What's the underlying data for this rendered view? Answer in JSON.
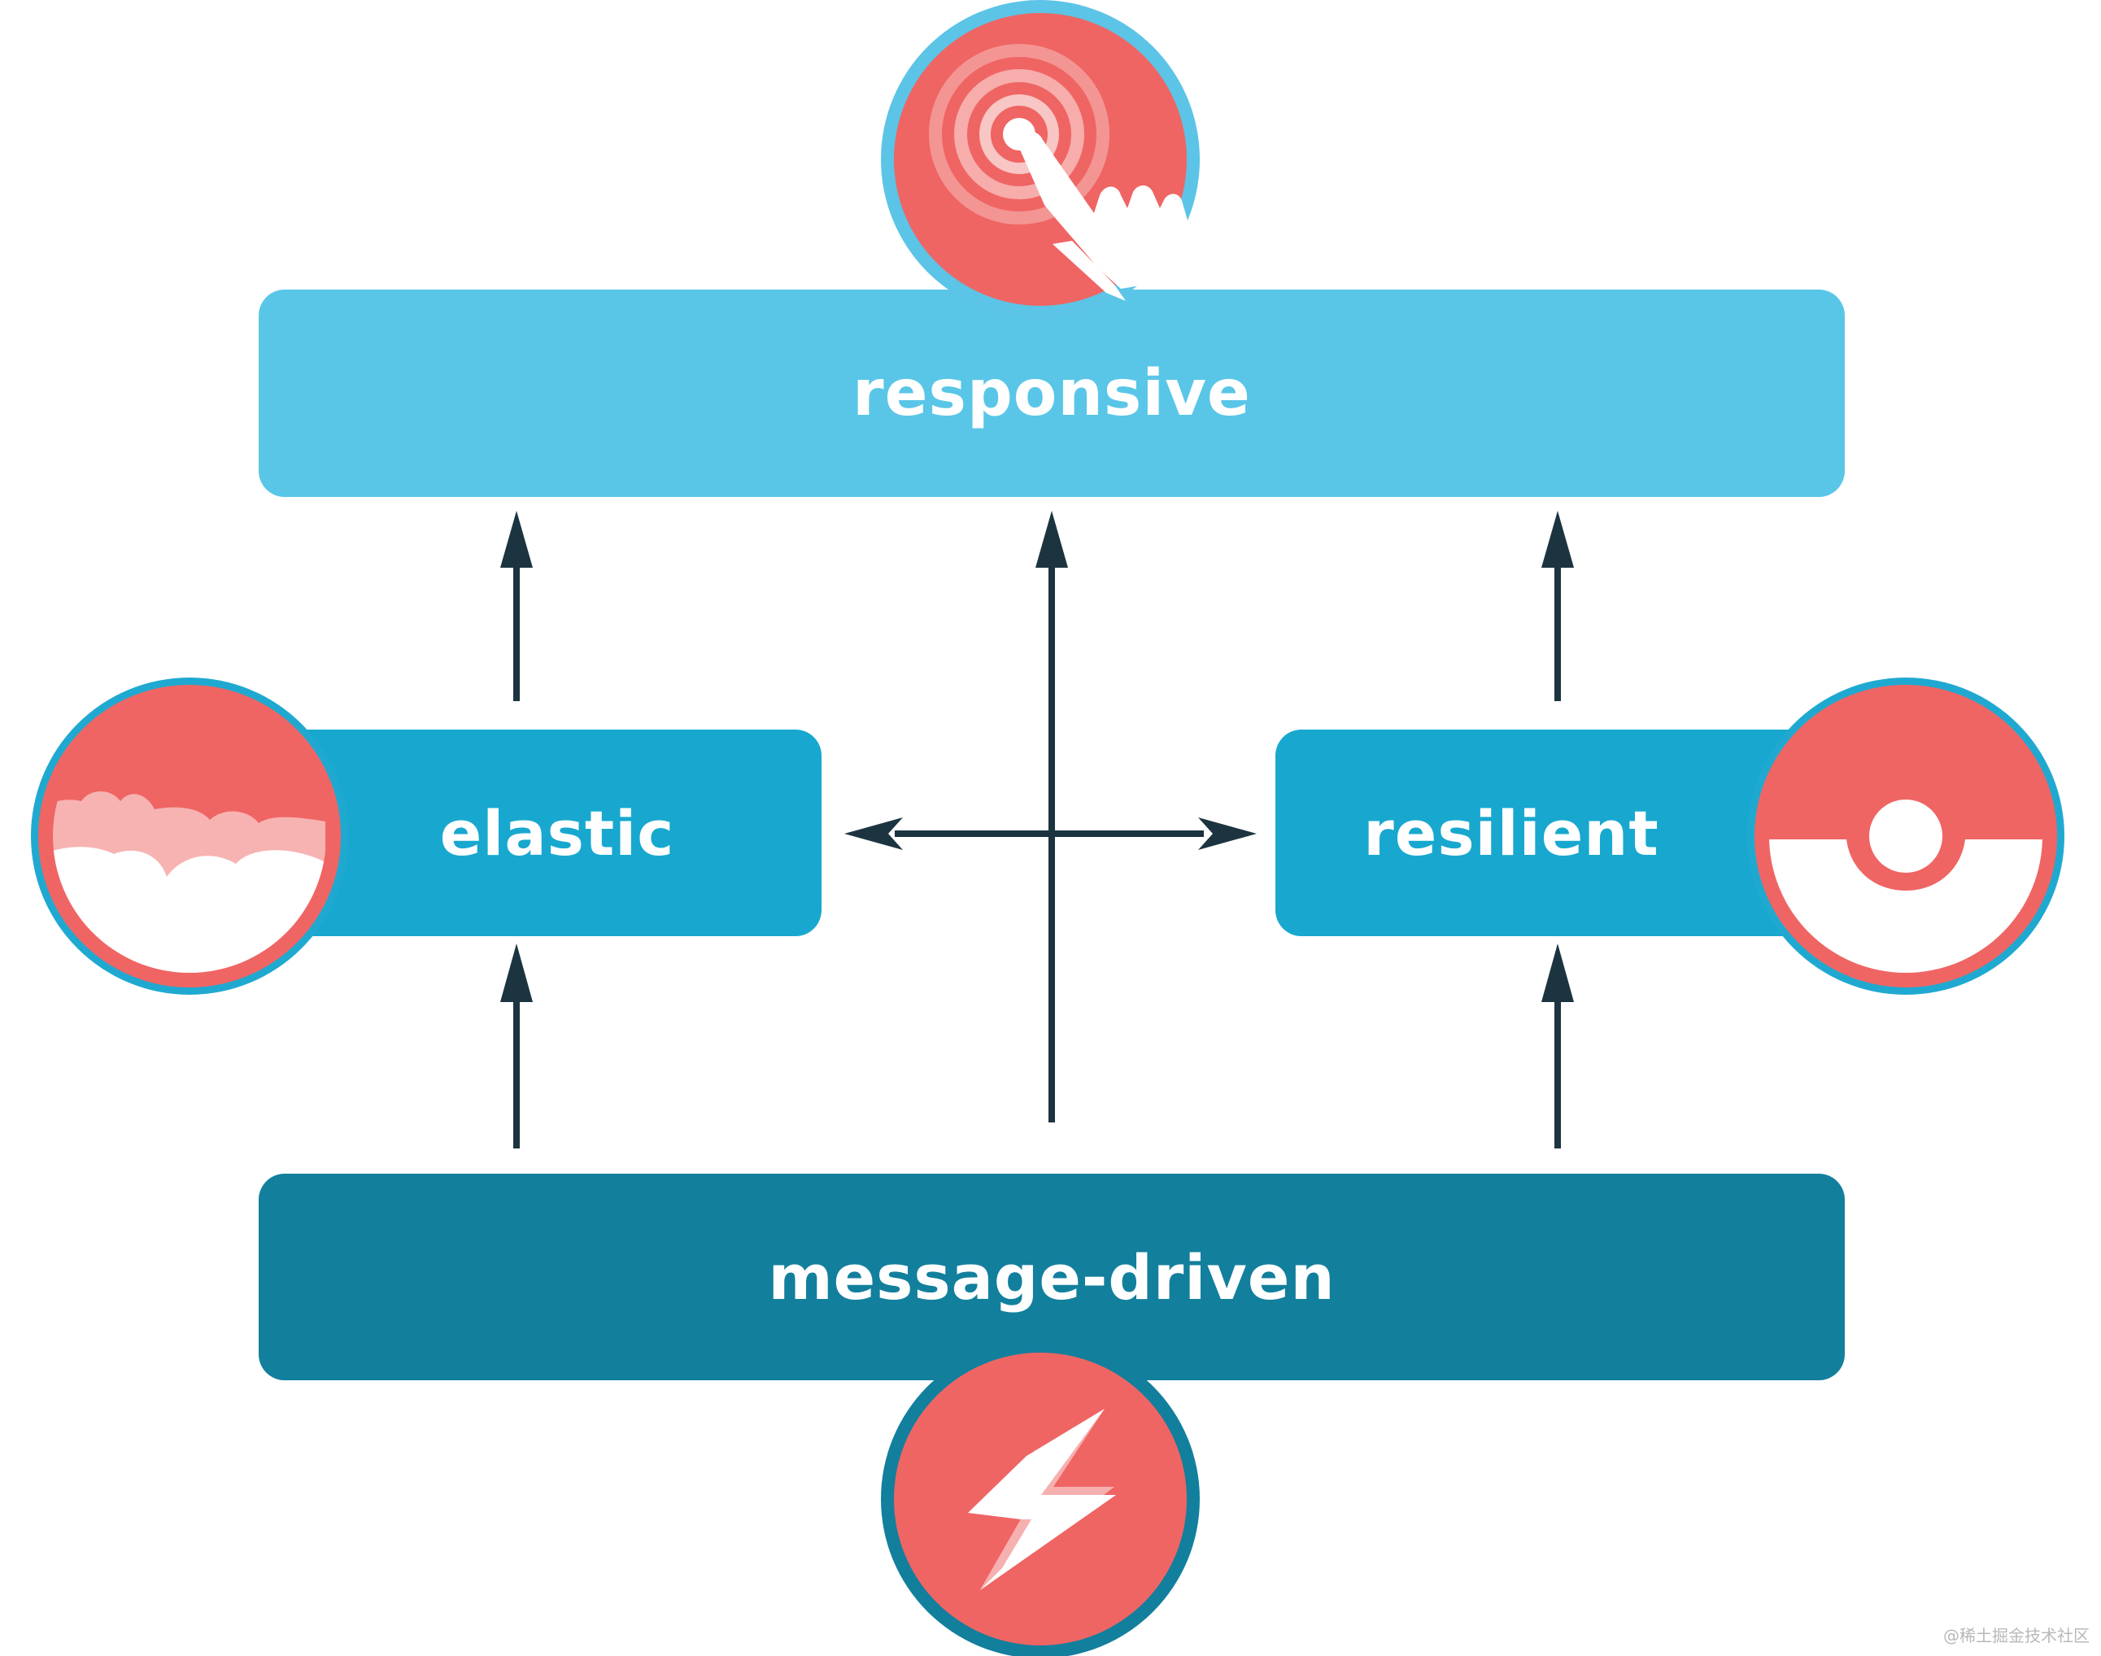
{
  "boxes": {
    "responsive": "responsive",
    "elastic": "elastic",
    "resilient": "resilient",
    "message_driven": "message-driven"
  },
  "icons": {
    "responsive": "touch-icon",
    "elastic": "clouds-icon",
    "resilient": "ball-icon",
    "message_driven": "lightning-icon"
  },
  "colors": {
    "responsive_box": "#59c6e8",
    "elastic_box": "#18a8cf",
    "resilient_box": "#18a8cf",
    "message_box": "#127f9d",
    "icon_fill": "#ef6564",
    "arrow": "#1b3440"
  },
  "watermark": "@稀土掘金技术社区"
}
